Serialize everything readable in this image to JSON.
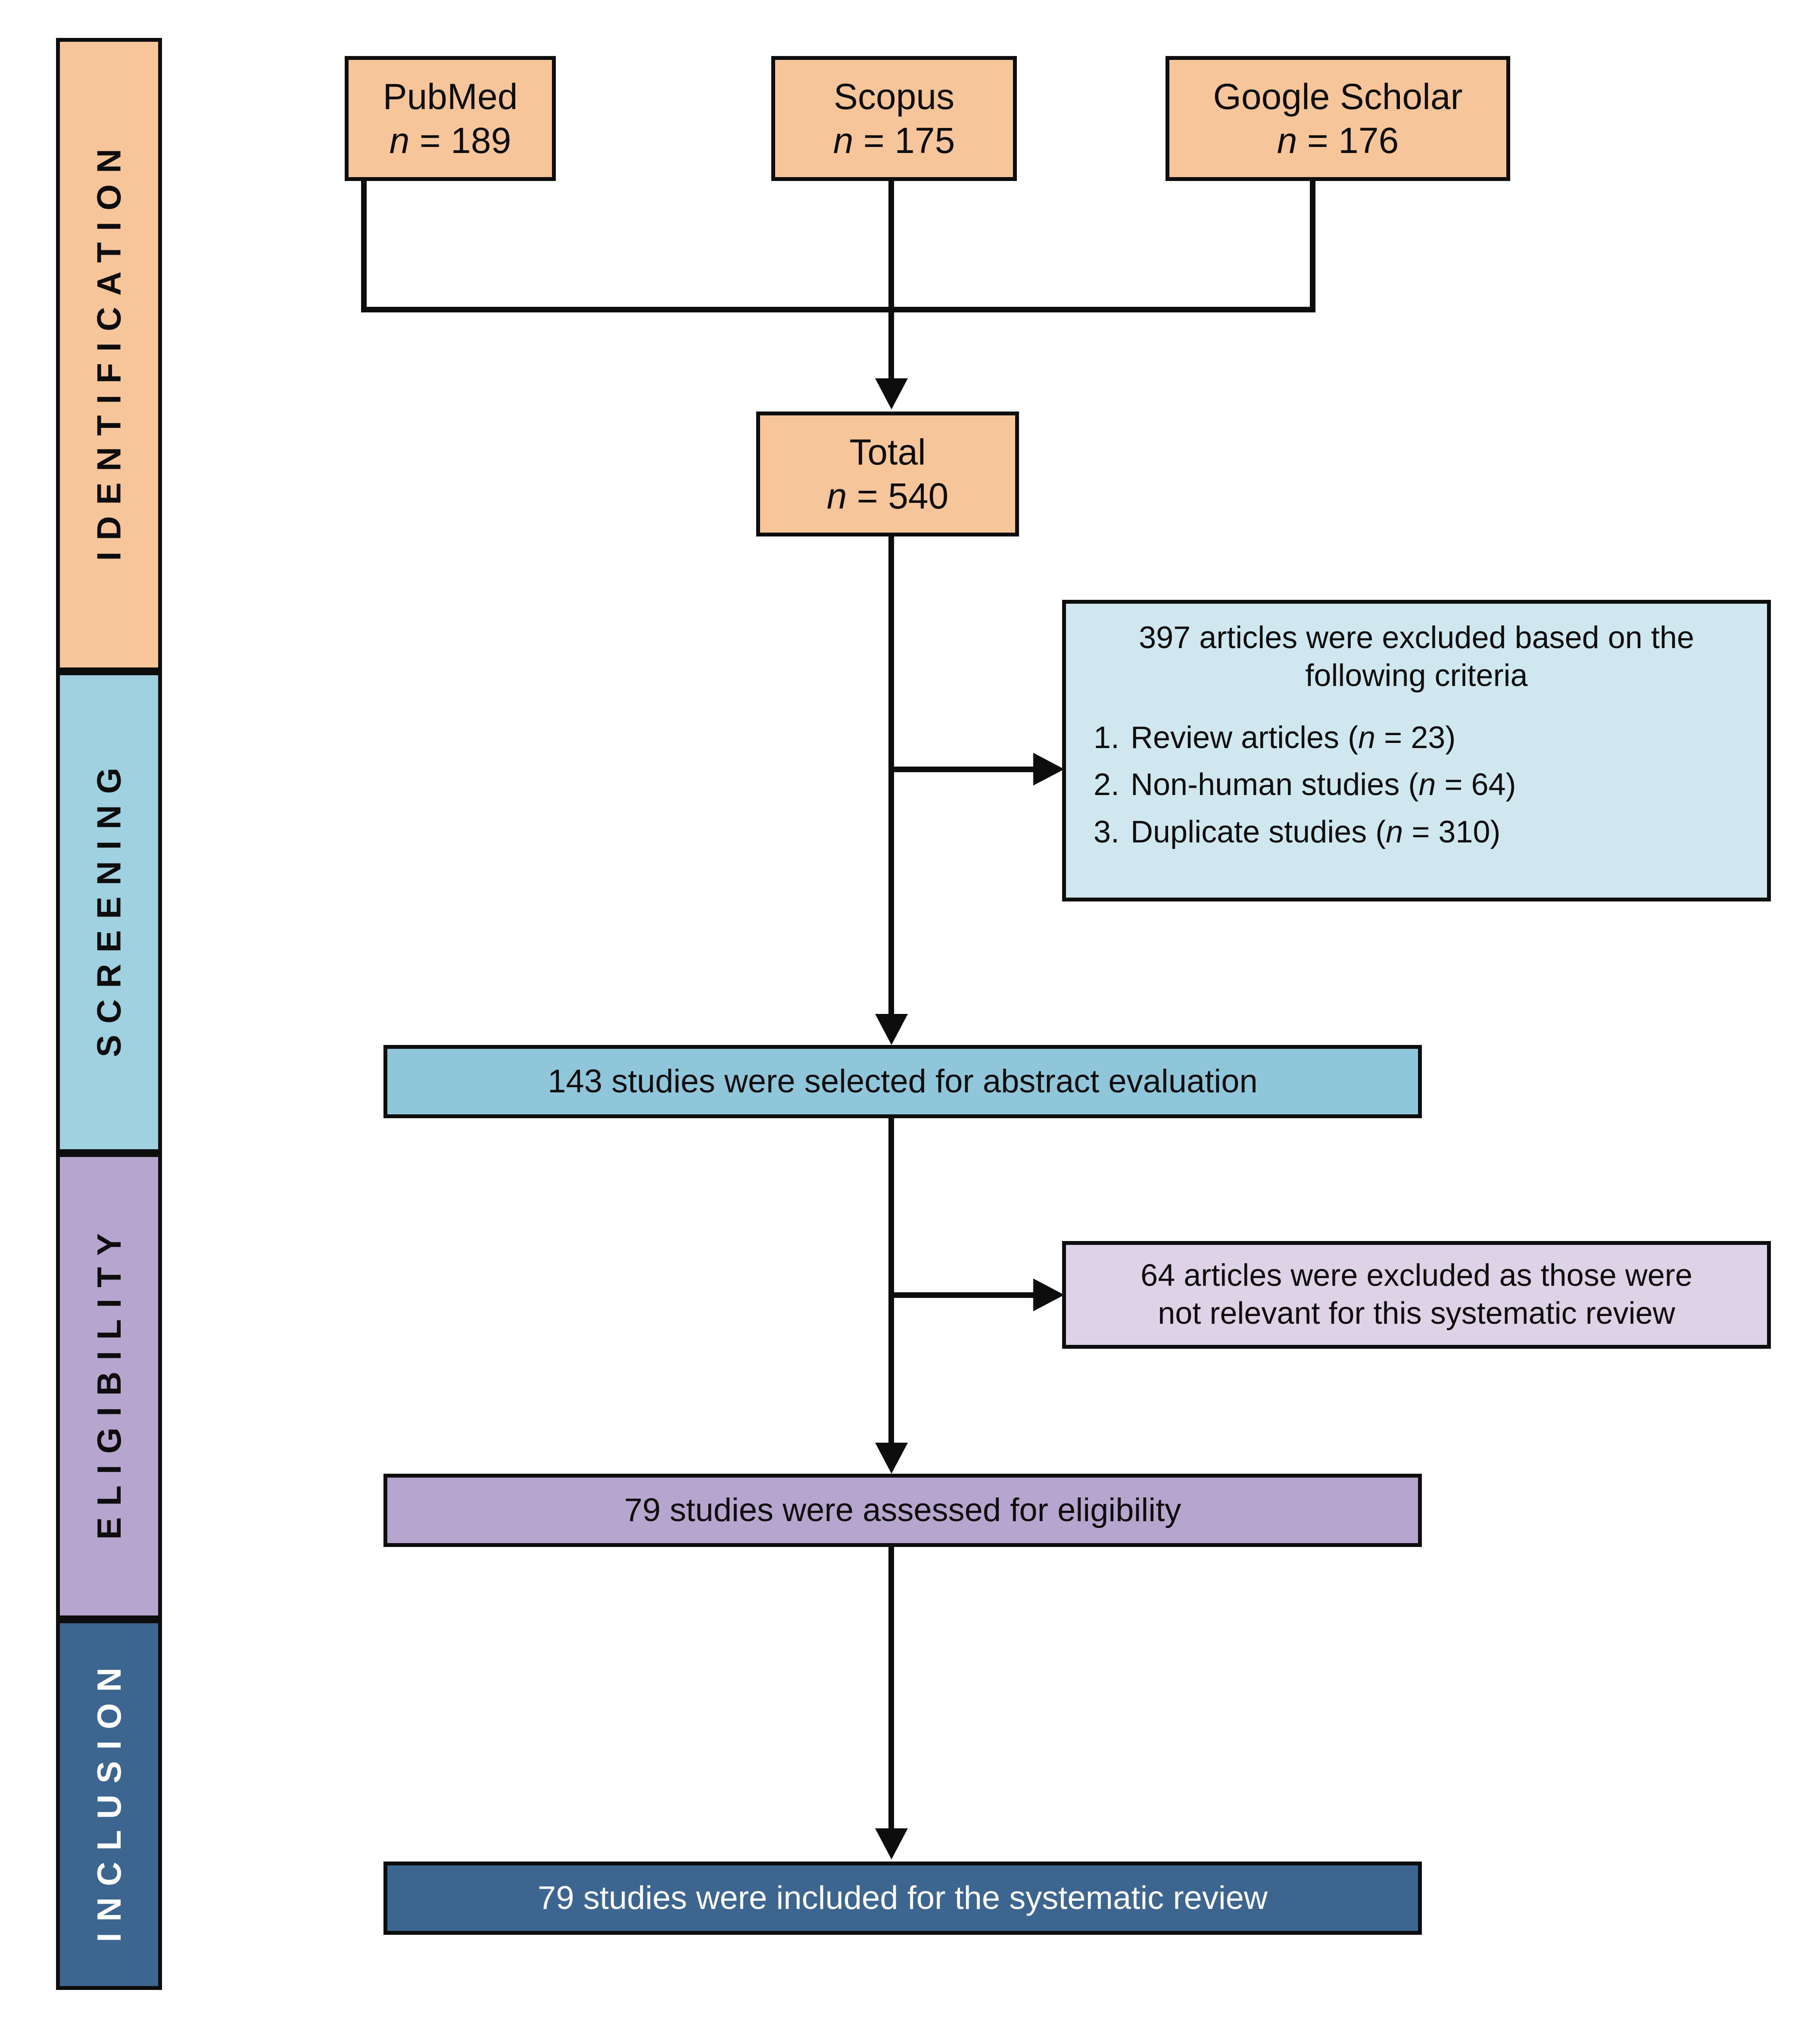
{
  "diagram": {
    "type": "prisma-flow-diagram",
    "stages": [
      {
        "id": "identification",
        "label": "IDENTIFICATION",
        "color": "#f7c59a",
        "text_color": "#0d0d0d"
      },
      {
        "id": "screening",
        "label": "SCREENING",
        "color": "#9ed0e0",
        "text_color": "#0d0d0d"
      },
      {
        "id": "eligibility",
        "label": "ELIGIBILITY",
        "color": "#b6a5cd",
        "text_color": "#0d0d0d"
      },
      {
        "id": "inclusion",
        "label": "INCLUSION",
        "color": "#3c658f",
        "text_color": "#ffffff"
      }
    ],
    "sources": [
      {
        "name": "PubMed",
        "count_label": "n",
        "separator": " = ",
        "count": "189"
      },
      {
        "name": "Scopus",
        "count_label": "n",
        "separator": " = ",
        "count": "175"
      },
      {
        "name": "Google Scholar",
        "count_label": "n",
        "separator": " = ",
        "count": "176"
      }
    ],
    "total": {
      "name": "Total",
      "count_label": "n",
      "separator": " = ",
      "count": "540"
    },
    "screening_exclusion": {
      "headline": "397 articles were excluded based on the following criteria",
      "criteria": [
        {
          "marker": "1.",
          "text": "Review articles (",
          "count_label": "n",
          "separator": " = ",
          "count": "23",
          "suffix": ")"
        },
        {
          "marker": "2.",
          "text": "Non-human studies (",
          "count_label": "n",
          "separator": " = ",
          "count": "64",
          "suffix": ")"
        },
        {
          "marker": "3.",
          "text": "Duplicate studies (",
          "count_label": "n",
          "separator": " = ",
          "count": "310",
          "suffix": ")"
        }
      ]
    },
    "abstract_evaluation": {
      "text": "143 studies were selected for abstract evaluation",
      "color": "#8fc6da"
    },
    "eligibility_exclusion": {
      "line1": "64 articles were excluded as those were",
      "line2": "not relevant for this systematic review",
      "color": "#ddd2e6"
    },
    "eligibility_assessed": {
      "text": "79 studies were assessed for eligibility",
      "color": "#b6a5cd"
    },
    "included": {
      "text": "79 studies were included for the systematic review",
      "color": "#3c658f"
    }
  }
}
